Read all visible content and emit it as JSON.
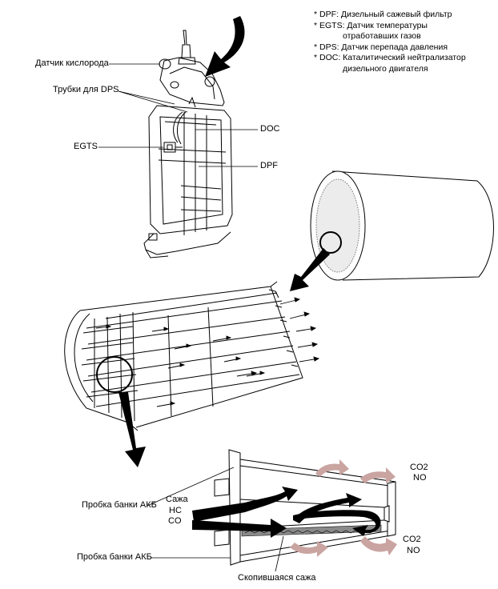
{
  "legend": {
    "line1": "* DPF: Дизельный сажевый фильтр",
    "line2": "* EGTS: Датчик температуры",
    "line2b": "отработавших газов",
    "line3": "* DPS: Датчик перепада давления",
    "line4": "* DOC: Каталитический нейтрализатор",
    "line4b": "дизельного двигателя"
  },
  "labels": {
    "oxygen_sensor": "Датчик кислорода",
    "dps_tubes": "Трубки для DPS",
    "egts": "EGTS",
    "doc": "DOC",
    "dpf": "DPF",
    "battery_plug_1": "Пробка банки АКБ",
    "battery_plug_2": "Пробка банки АКБ",
    "soot": "Сажа",
    "hc": "HC",
    "co": "CO",
    "co2_top": "CO2",
    "no_top": "NO",
    "co2_bottom": "CO2",
    "no_bottom": "NO",
    "accumulated_soot": "Скопившаяся сажа"
  },
  "colors": {
    "line": "#000000",
    "arrow_pink": "#c9a4a0",
    "soot_fill": "#8a8a8a"
  }
}
